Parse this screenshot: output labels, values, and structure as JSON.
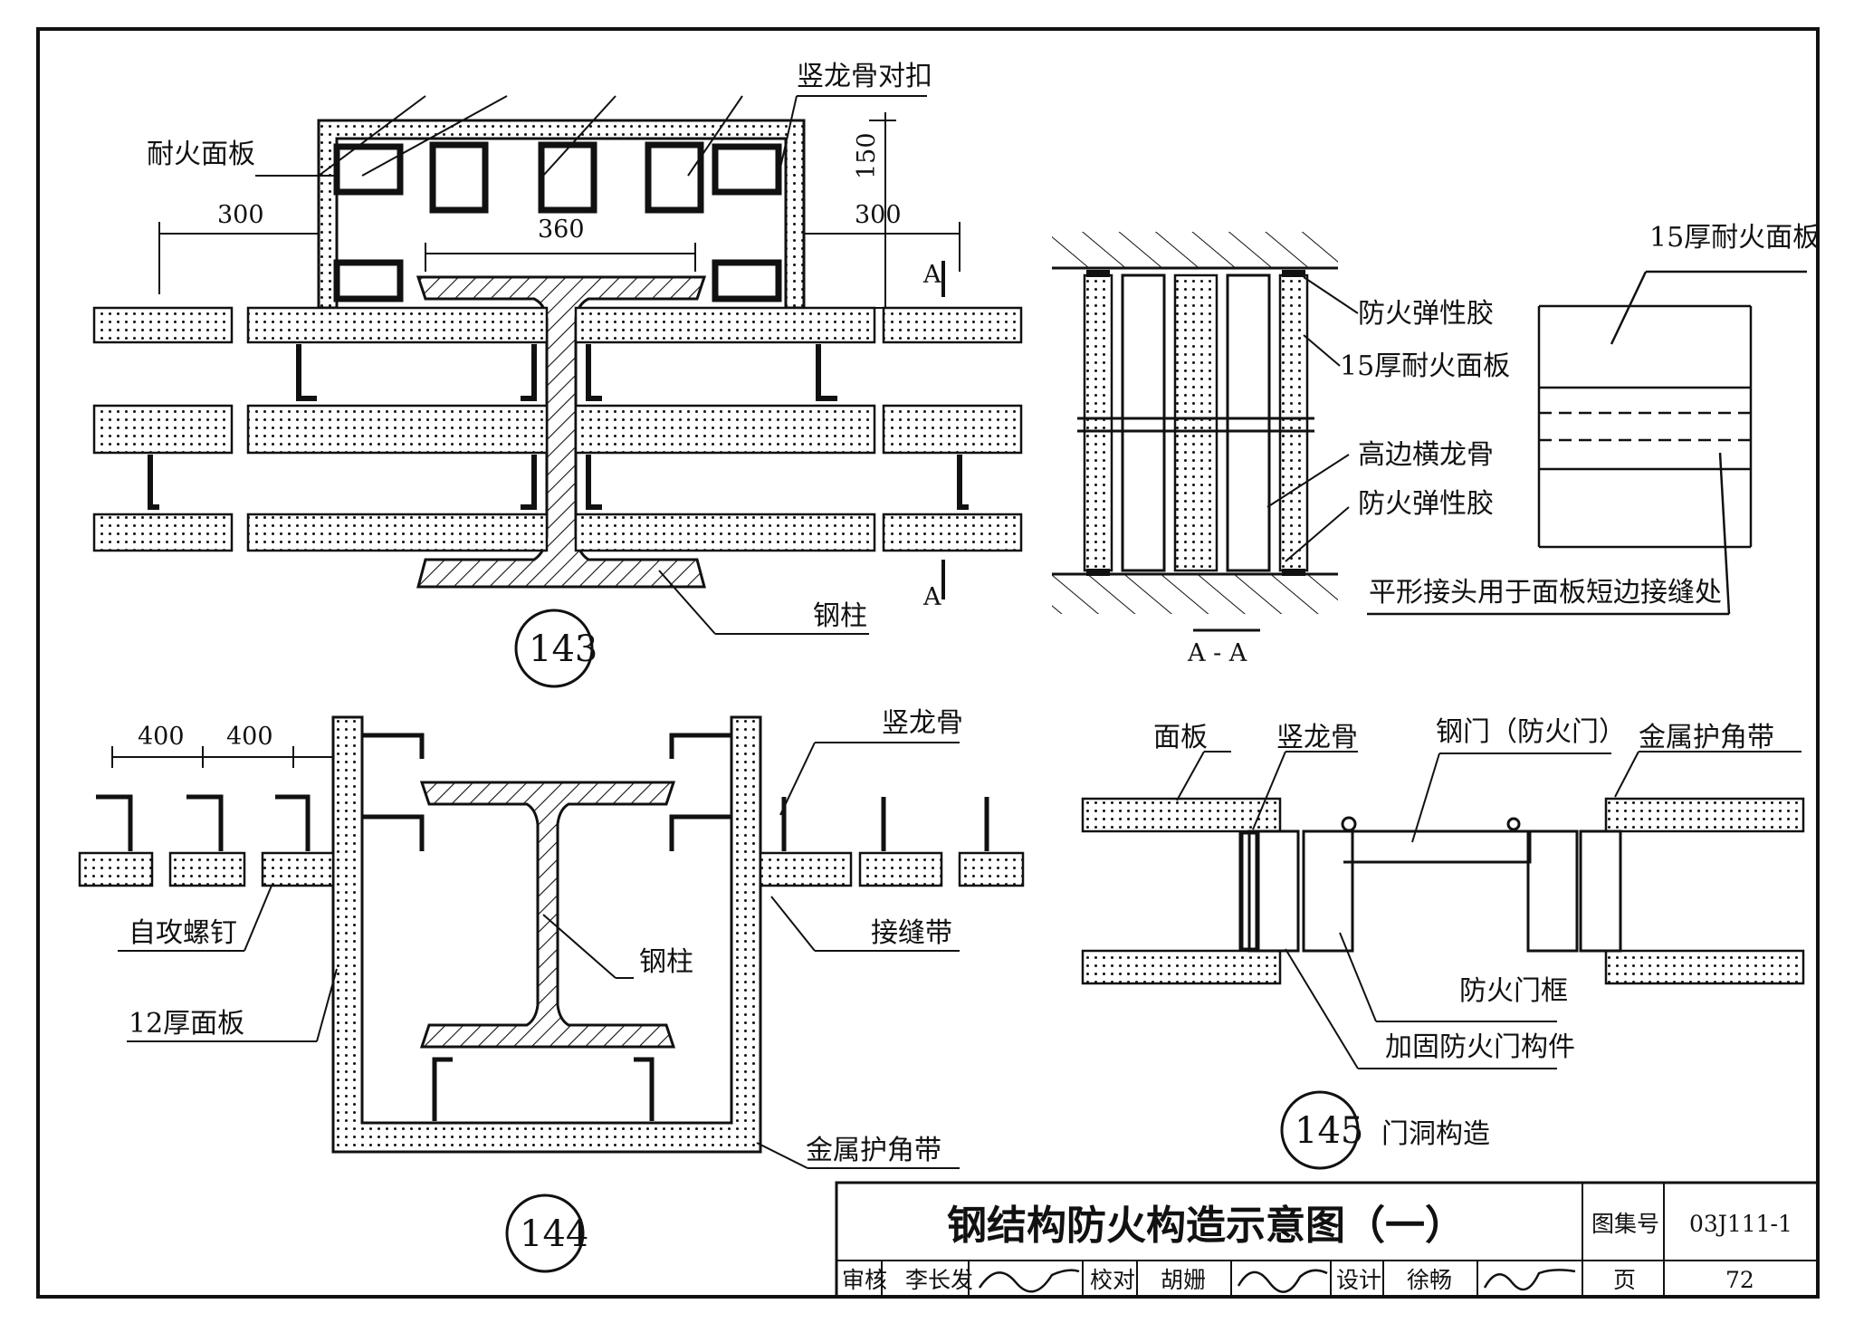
{
  "sheet": {
    "title": "钢结构防火构造示意图（一）",
    "atlas_label": "图集号",
    "atlas_no": "03J111-1",
    "page_label": "页",
    "page_no": "72",
    "review_label": "审核",
    "reviewer": "李长发",
    "check_label": "校对",
    "checker": "胡姗",
    "design_label": "设计",
    "designer": "徐畅"
  },
  "detail143": {
    "number": "143",
    "labels": {
      "stud_pair": "竖龙骨对扣",
      "fire_board": "耐火面板",
      "steel_column": "钢柱"
    },
    "dims": {
      "left": "300",
      "middle": "360",
      "right": "300",
      "height": "150"
    },
    "section_mark": "A"
  },
  "sectionAA": {
    "title": "A - A",
    "labels": {
      "sealant_top": "防火弹性胶",
      "board15": "15厚耐火面板",
      "high_track": "高边横龙骨",
      "sealant_bottom": "防火弹性胶",
      "board15_right": "15厚耐火面板",
      "flat_joint": "平形接头用于面板短边接缝处"
    }
  },
  "detail144": {
    "number": "144",
    "dims": {
      "a": "400",
      "b": "400"
    },
    "labels": {
      "stud": "竖龙骨",
      "screw": "自攻螺钉",
      "joint_tape": "接缝带",
      "steel_column": "钢柱",
      "board12": "12厚面板",
      "corner_tape": "金属护角带"
    }
  },
  "detail145": {
    "number": "145",
    "caption": "门洞构造",
    "labels": {
      "panel": "面板",
      "stud": "竖龙骨",
      "steel_door": "钢门（防火门）",
      "corner_tape": "金属护角带",
      "door_frame": "防火门框",
      "reinforce": "加固防火门构件"
    }
  }
}
